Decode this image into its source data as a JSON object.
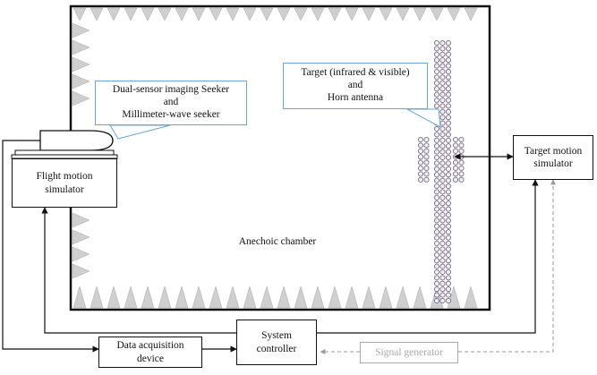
{
  "labels": {
    "seeker_line1": "Dual-sensor imaging Seeker",
    "seeker_line2": "and",
    "seeker_line3": "Millimeter-wave seeker",
    "target_line1": "Target (infrared & visible)",
    "target_line2": "and",
    "target_line3": "Horn antenna",
    "chamber": "Anechoic chamber",
    "flight_sim_line1": "Flight motion",
    "flight_sim_line2": "simulator",
    "target_sim_line1": "Target motion",
    "target_sim_line2": "simulator",
    "system_ctrl_line1": "System",
    "system_ctrl_line2": "controller",
    "daq_line1": "Data acquisition",
    "daq_line2": "device",
    "signal_gen": "Signal generator"
  },
  "colors": {
    "line": "#111111",
    "absorber": "#cfcfcf",
    "callout_border": "#6aa7d6",
    "antenna_dot": "#7a6f86",
    "dashed": "#9a9a9a"
  }
}
